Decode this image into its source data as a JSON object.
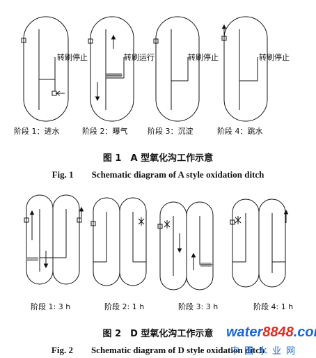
{
  "fig1": {
    "labels": [
      "转刷停止",
      "转刷运行",
      "转刷停止",
      "转刷停止"
    ],
    "stages": [
      "阶段 1：进水",
      "阶段 2：曝气",
      "阶段 3：沉淀",
      "阶段 4：跳水"
    ],
    "caption_cn": "图 1　A 型氧化沟工作示意",
    "caption_en": "Fig. 1　　Schematic diagram of A style oxidation ditch"
  },
  "fig2": {
    "stages": [
      "阶段 1: 3 h",
      "阶段 2: 1 h",
      "阶段 3: 3 h",
      "阶段 4: 1 h"
    ],
    "caption_cn": "图 2　D 型氧化沟工作示意",
    "caption_en": "Fig. 2　　Schematic diagram of D style oxidation ditch"
  },
  "watermark": {
    "part1": "water",
    "part2": "8848",
    "part3": ".com",
    "subtitle": "中国水业网",
    "colors": {
      "blue": "#1a66d6",
      "red": "#e52a1e"
    }
  }
}
